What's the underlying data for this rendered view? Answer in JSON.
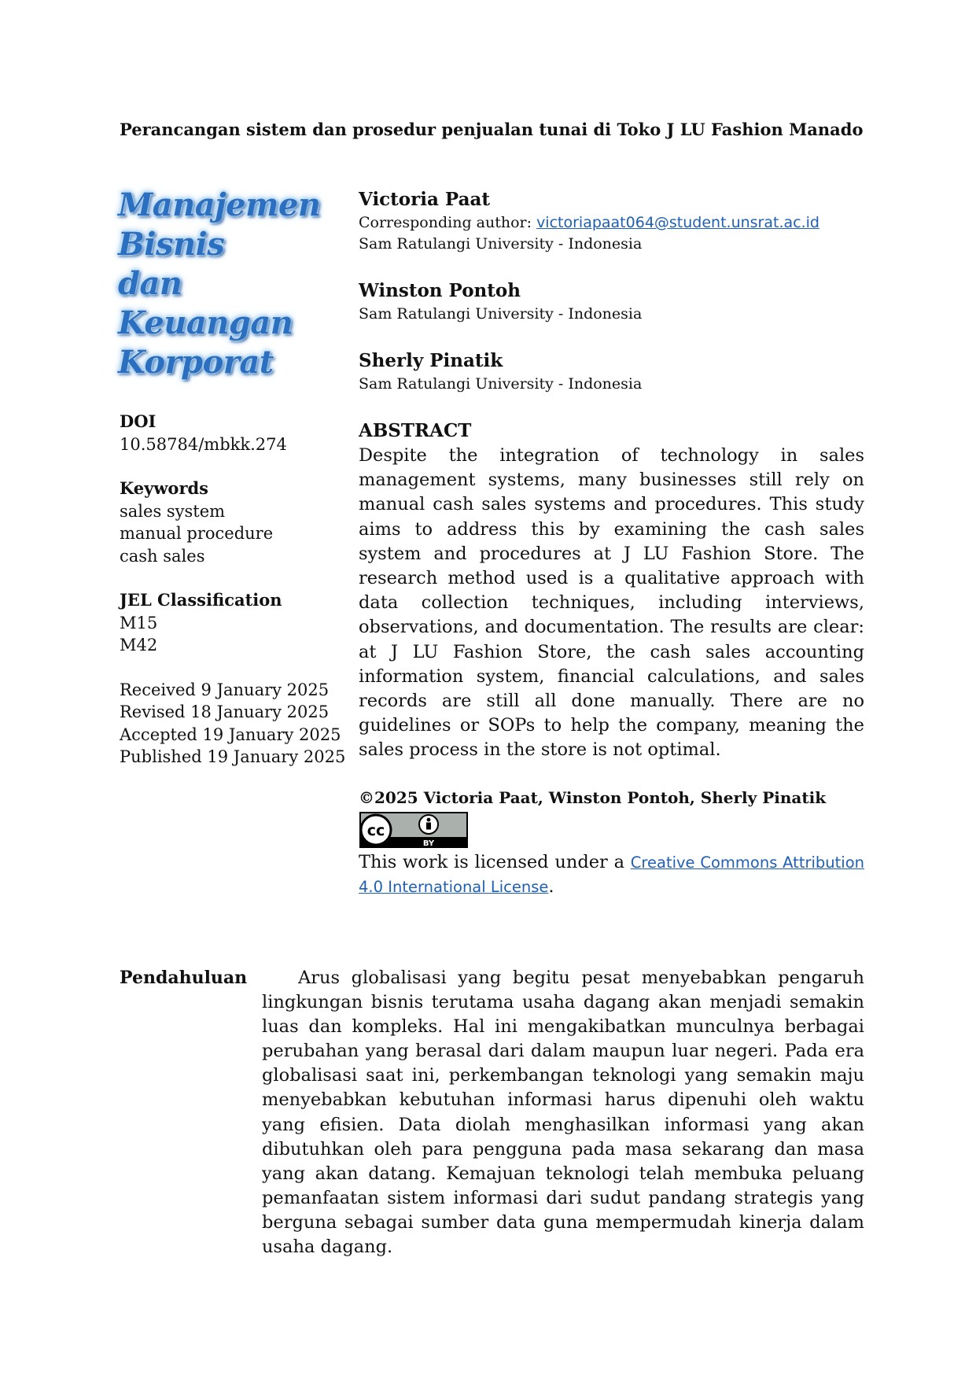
{
  "header": {
    "title": "Perancangan sistem dan prosedur penjualan tunai di Toko J LU Fashion Manado"
  },
  "journal_logo": {
    "lines": [
      "Manajemen",
      "Bisnis",
      "dan",
      "Keuangan",
      "Korporat"
    ],
    "color": "#2a6fc0"
  },
  "metadata": {
    "doi_label": "DOI",
    "doi_value": "10.58784/mbkk.274",
    "keywords_label": "Keywords",
    "keywords": [
      "sales system",
      "manual procedure",
      "cash sales"
    ],
    "jel_label": "JEL Classification",
    "jel_codes": [
      "M15",
      "M42"
    ],
    "dates": [
      "Received 9 January 2025",
      "Revised 18 January 2025",
      "Accepted 19 January 2025",
      "Published 19 January 2025"
    ]
  },
  "authors": [
    {
      "name": "Victoria Paat",
      "corresponding_prefix": "Corresponding author: ",
      "email": "victoriapaat064@student.unsrat.ac.id",
      "affiliation": "Sam Ratulangi University - Indonesia"
    },
    {
      "name": "Winston Pontoh",
      "affiliation": "Sam Ratulangi University - Indonesia"
    },
    {
      "name": "Sherly Pinatik",
      "affiliation": "Sam Ratulangi University - Indonesia"
    }
  ],
  "abstract": {
    "heading": "ABSTRACT",
    "text": "Despite the integration of technology in sales management systems, many businesses still rely on manual cash sales systems and procedures. This study aims to address this by examining the cash sales system and procedures at J LU Fashion Store. The research method used is a qualitative approach with data collection techniques, including interviews, observations, and documentation. The results are clear: at J LU Fashion Store, the cash sales accounting information system, financial calculations, and sales records are still all done manually. There are no guidelines or SOPs to help the company, meaning the sales process in the store is not optimal."
  },
  "license": {
    "copyright": "©2025 Victoria Paat, Winston Pontoh, Sherly Pinatik",
    "badge_cc": "cc",
    "badge_by": "BY",
    "text_prefix": "This work is licensed under a ",
    "link_text": "Creative Commons Attribution 4.0 International License",
    "text_suffix": "."
  },
  "introduction": {
    "label": "Pendahuluan",
    "text": "Arus globalisasi yang begitu pesat menyebabkan pengaruh lingkungan bisnis terutama usaha dagang akan menjadi semakin luas dan kompleks. Hal ini mengakibatkan munculnya berbagai perubahan yang berasal dari dalam maupun luar negeri. Pada era globalisasi saat ini, perkembangan teknologi yang semakin maju menyebabkan kebutuhan informasi harus dipenuhi oleh waktu yang efisien. Data diolah menghasilkan informasi yang akan dibutuhkan oleh para pengguna pada masa sekarang dan masa yang akan datang. Kemajuan teknologi telah membuka peluang pemanfaatan sistem informasi dari sudut pandang strategis yang berguna sebagai sumber data guna mempermudah kinerja dalam usaha dagang."
  }
}
